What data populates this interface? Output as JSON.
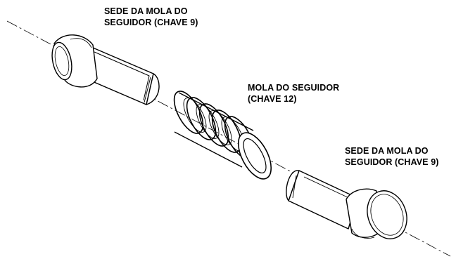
{
  "labels": {
    "top": {
      "line1": "SEDE DA MOLA DO",
      "line2": "SEGUIDOR (CHAVE 9)"
    },
    "middle": {
      "line1": "MOLA DO SEGUIDOR",
      "line2": "(CHAVE 12)"
    },
    "bottom": {
      "line1": "SEDE DA MOLA DO",
      "line2": "SEGUIDOR (CHAVE 9)"
    }
  },
  "parts": [
    {
      "id": "top-seat",
      "icon": "follower-spring-seat"
    },
    {
      "id": "spring",
      "icon": "follower-spring-coil"
    },
    {
      "id": "bottom-seat",
      "icon": "follower-spring-seat"
    }
  ],
  "colors": {
    "line": "#000000",
    "background": "#ffffff",
    "hatch": "#555555"
  }
}
